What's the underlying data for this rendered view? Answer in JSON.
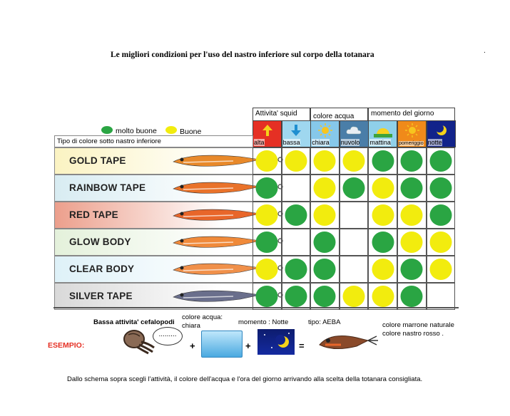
{
  "title": "Le migliori condizioni per l'uso del nastro inferiore sul corpo della totanara",
  "corner_mark": ".",
  "legend": {
    "very_good": "molto buone",
    "good": "Buone",
    "very_good_color": "#2aa543",
    "good_color": "#f2ec0e"
  },
  "table_caption": "Tipo di  colore sotto nastro inferiore",
  "groups": {
    "activity": "Attivita' squid",
    "water": "colore acqua",
    "time": "momento del giorno"
  },
  "columns": [
    {
      "label": "alta",
      "icon": "up-arrow-icon",
      "bg": "#e53024"
    },
    {
      "label": "bassa",
      "icon": "down-arrow-icon",
      "bg": "#9fd7ef"
    },
    {
      "label": "chiara",
      "icon": "sun-icon",
      "bg": "#86c8ea"
    },
    {
      "label": "nuvolo",
      "icon": "cloud-icon",
      "bg": "#4a7ea8"
    },
    {
      "label": "mattina",
      "icon": "sunrise-icon",
      "bg": "#8fd0ea"
    },
    {
      "label": "pomeriggio",
      "icon": "sun-icon",
      "bg": "#f08a1a"
    },
    {
      "label": "notte",
      "icon": "moon-icon",
      "bg": "#12238a"
    }
  ],
  "rows": [
    {
      "name": "GOLD TAPE",
      "bg": "#fbf3c2",
      "lure": "#e8892a",
      "cells": [
        "y",
        "y",
        "y",
        "y",
        "g",
        "g",
        "g"
      ]
    },
    {
      "name": "RAINBOW TAPE",
      "bg": "#d8ecf2",
      "lure": "#e9722a",
      "cells": [
        "g",
        "",
        "y",
        "g",
        "y",
        "g",
        "g"
      ]
    },
    {
      "name": "RED TAPE",
      "bg": "#ec9f8c",
      "lure": "#e8662a",
      "cells": [
        "y",
        "g",
        "y",
        "",
        "y",
        "y",
        "g"
      ]
    },
    {
      "name": "GLOW BODY",
      "bg": "#e4f1db",
      "lure": "#f08a3a",
      "cells": [
        "g",
        "",
        "g",
        "",
        "g",
        "y",
        "y"
      ]
    },
    {
      "name": "CLEAR BODY",
      "bg": "#def1f8",
      "lure": "#f0904a",
      "cells": [
        "y",
        "g",
        "g",
        "",
        "y",
        "g",
        "y"
      ]
    },
    {
      "name": "SILVER TAPE",
      "bg": "#d9d9d9",
      "lure": "#6a6f8c",
      "cells": [
        "g",
        "g",
        "g",
        "y",
        "y",
        "g",
        ""
      ]
    }
  ],
  "example": {
    "label": "ESEMPIO:",
    "activity": "Bassa attivita' cefalopodi",
    "bubble": ".........",
    "water": "colore acqua: chiara",
    "time": "momento : Notte",
    "type": "tipo: AEBA",
    "result_line1": "colore marrone naturale",
    "result_line2": "colore nastro rosso .",
    "plus": "+",
    "equals": "="
  },
  "footer": "Dallo schema sopra   scegli l'attività, il colore dell'acqua e l'ora del giorno arrivando alla scelta della totanara  consigliata."
}
